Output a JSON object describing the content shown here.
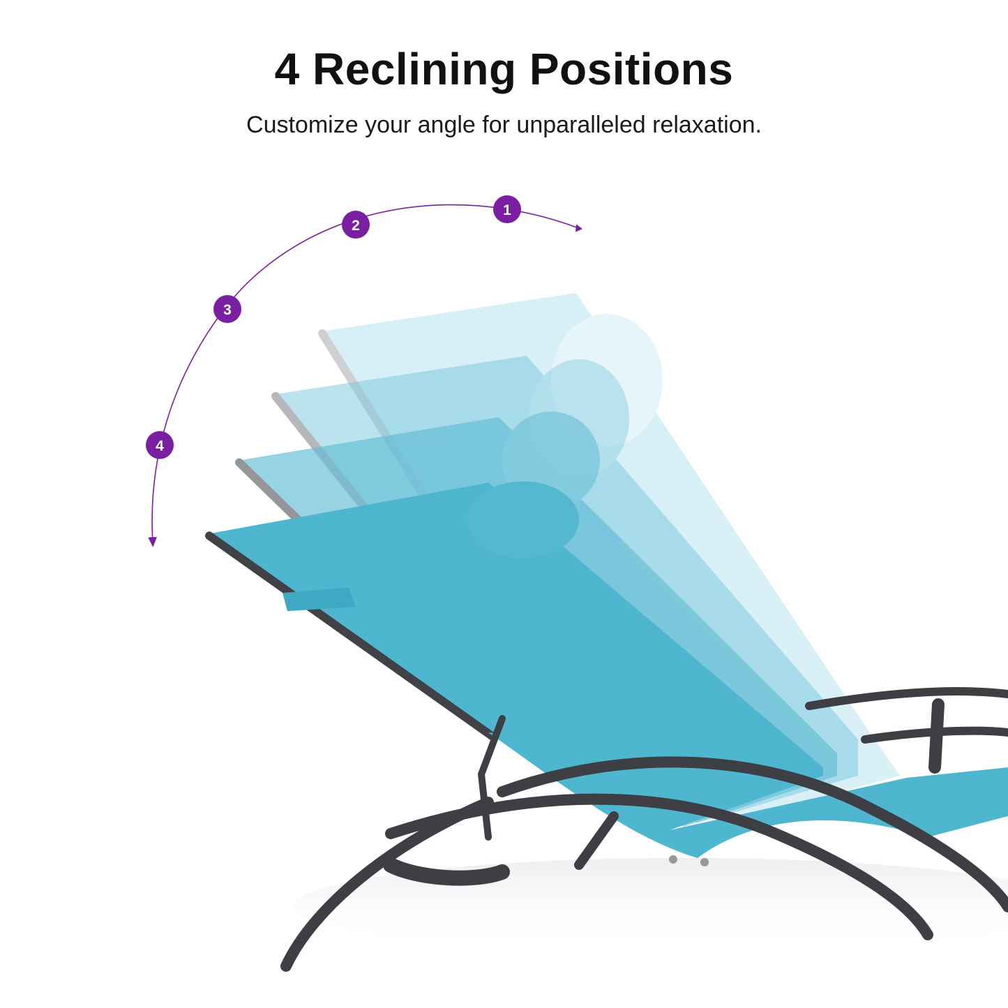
{
  "header": {
    "title": "4 Reclining Positions",
    "subtitle": "Customize your angle for unparalleled relaxation."
  },
  "positions": [
    {
      "label": "1"
    },
    {
      "label": "2"
    },
    {
      "label": "3"
    },
    {
      "label": "4"
    }
  ],
  "colors": {
    "accent": "#7a1fa2",
    "fabric": "#5fbfd6",
    "frame": "#3d3f44",
    "text": "#111111"
  }
}
